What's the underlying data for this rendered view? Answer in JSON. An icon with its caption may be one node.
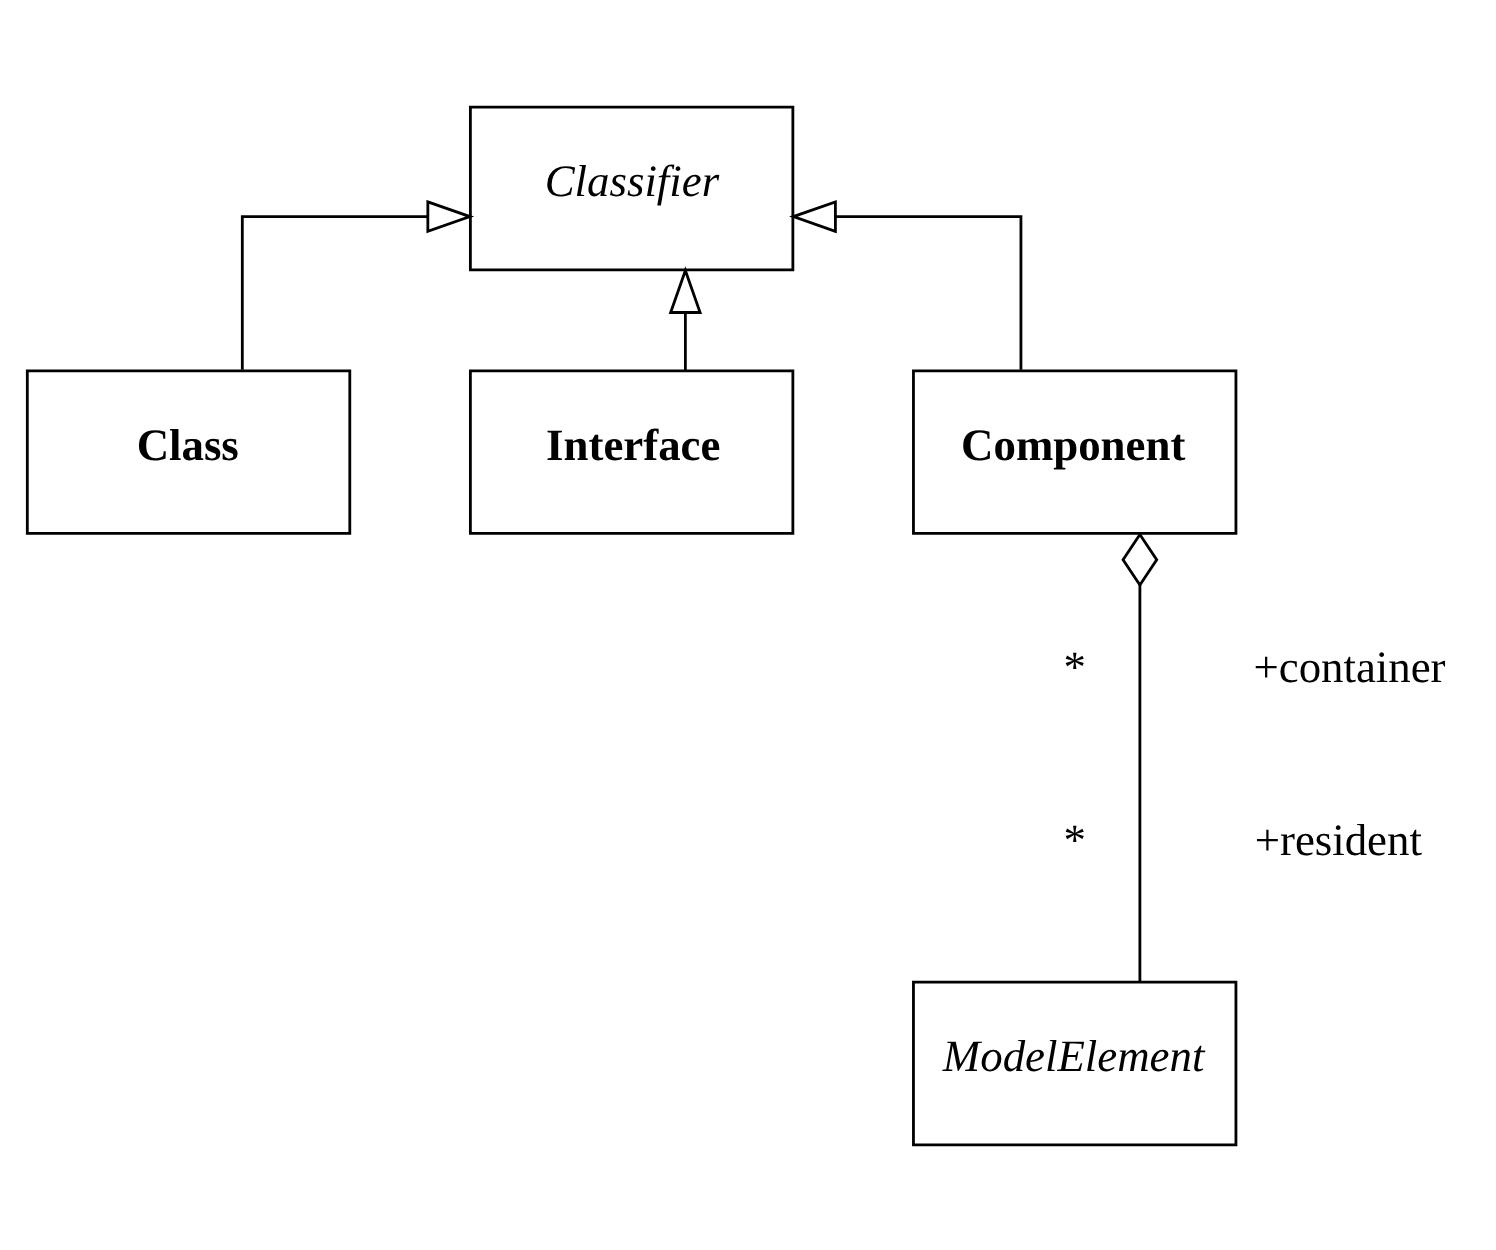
{
  "diagram": {
    "nodes": [
      {
        "text": [
          "Classifier"
        ]
      },
      {
        "text": [
          "Class"
        ]
      },
      {
        "text": [
          "Interface"
        ]
      },
      {
        "text": [
          "Component"
        ]
      },
      {
        "text": [
          "ModelElement"
        ]
      }
    ],
    "edges": [
      {
        "from": 1,
        "to": 0,
        "arrow": "to"
      },
      {
        "from": 2,
        "to": 0,
        "arrow": "to"
      },
      {
        "from": 3,
        "to": 0,
        "arrow": "to"
      },
      {
        "from": 3,
        "to": 4,
        "arrow": "other"
      }
    ],
    "labels": [
      "*",
      "+container",
      "*",
      "+resident"
    ]
  }
}
